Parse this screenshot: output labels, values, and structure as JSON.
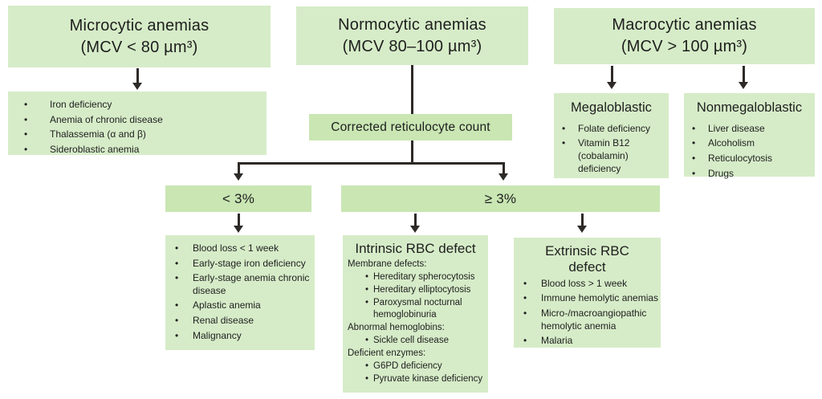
{
  "palette": {
    "box_fill": "#d6ecc8",
    "label_fill": "#c9e6b3",
    "arrow": "#2d2a27",
    "text": "#1e1e1e",
    "background": "#ffffff"
  },
  "headers": {
    "microcytic": {
      "line1": "Microcytic anemias",
      "line2": "(MCV < 80 µm³)"
    },
    "normocytic": {
      "line1": "Normocytic anemias",
      "line2": "(MCV 80–100 µm³)"
    },
    "macrocytic": {
      "line1": "Macrocytic anemias",
      "line2": "(MCV > 100 µm³)"
    }
  },
  "microcytic_causes": {
    "items": [
      "Iron deficiency",
      "Anemia of chronic disease",
      "Thalassemia (α and β)",
      "Sideroblastic anemia"
    ]
  },
  "reticulocyte": {
    "label": "Corrected reticulocyte count"
  },
  "branch_low": {
    "label": "< 3%",
    "items": [
      "Blood loss < 1 week",
      "Early-stage iron deficiency",
      "Early-stage anemia chronic disease",
      "Aplastic anemia",
      "Renal disease",
      "Malignancy"
    ]
  },
  "branch_high": {
    "label": "≥ 3%"
  },
  "intrinsic": {
    "title": "Intrinsic RBC defect",
    "sections": [
      {
        "heading": "Membrane defects:",
        "items": [
          "Hereditary spherocytosis",
          "Hereditary elliptocytosis",
          "Paroxysmal nocturnal hemoglobinuria"
        ]
      },
      {
        "heading": "Abnormal hemoglobins:",
        "items": [
          "Sickle cell disease"
        ]
      },
      {
        "heading": "Deficient enzymes:",
        "items": [
          "G6PD deficiency",
          "Pyruvate kinase deficiency"
        ]
      }
    ]
  },
  "extrinsic": {
    "title": "Extrinsic RBC defect",
    "items": [
      "Blood loss > 1 week",
      "Immune hemolytic anemias",
      "Micro-/macroangiopathic hemolytic anemia",
      "Malaria"
    ]
  },
  "megaloblastic": {
    "title": "Megaloblastic",
    "items": [
      "Folate deficiency",
      "Vitamin B12 (cobalamin) deficiency"
    ]
  },
  "nonmegaloblastic": {
    "title": "Nonmegaloblastic",
    "items": [
      "Liver disease",
      "Alcoholism",
      "Reticulocytosis",
      "Drugs"
    ]
  }
}
